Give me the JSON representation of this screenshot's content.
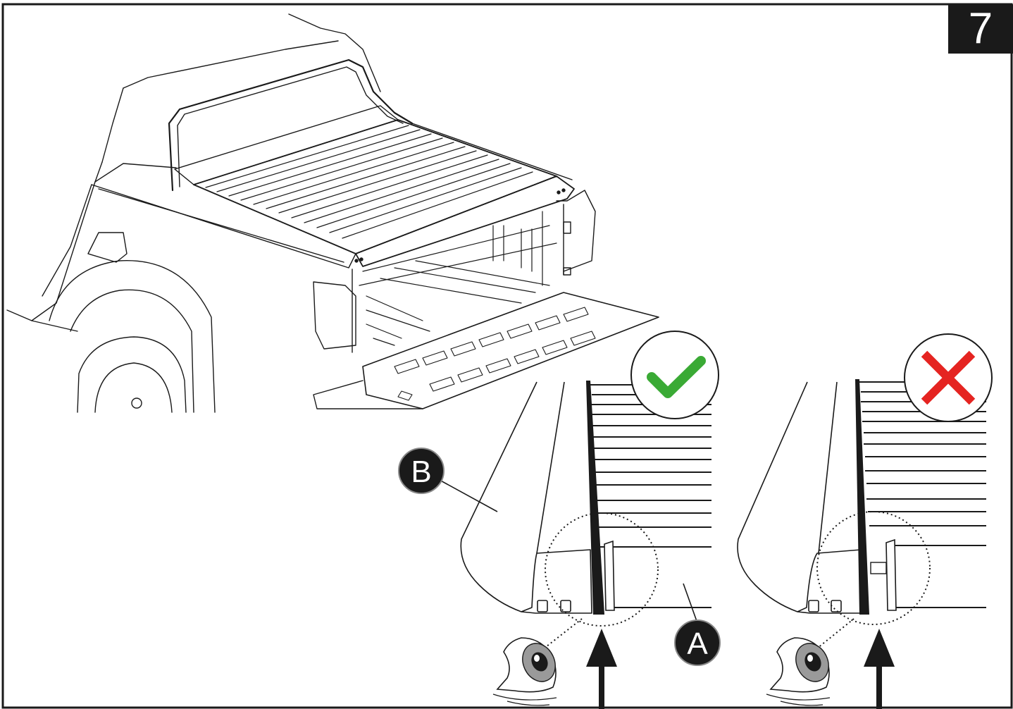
{
  "step_number": "7",
  "labels": {
    "a": "A",
    "b": "B"
  },
  "status": {
    "correct": "check-icon",
    "incorrect": "cross-icon"
  },
  "colors": {
    "check": "#3aaa35",
    "cross": "#e52421",
    "ink": "#1a1a1a"
  }
}
